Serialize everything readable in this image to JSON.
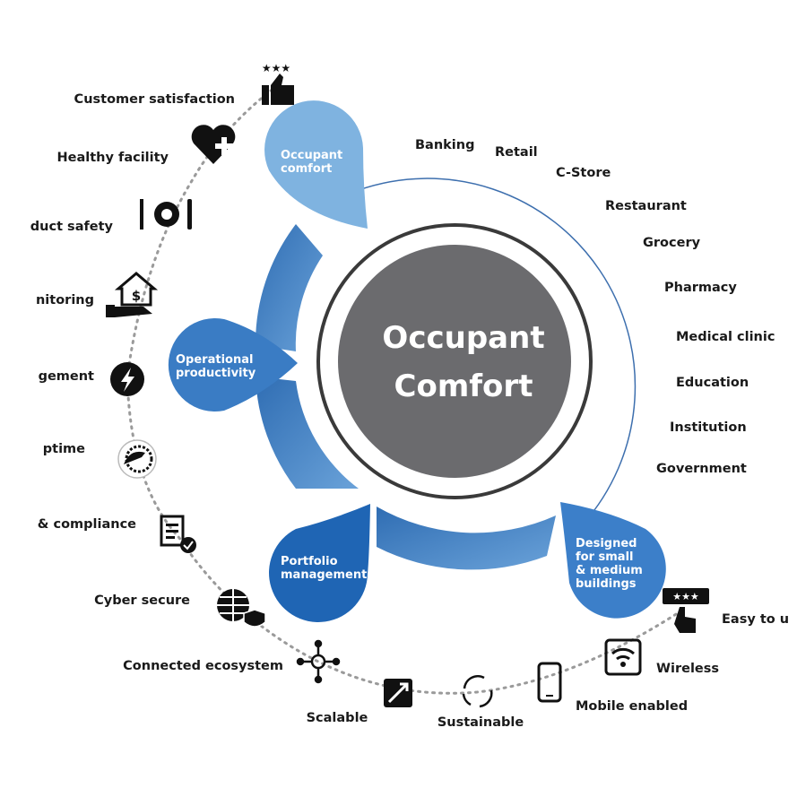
{
  "center": {
    "line1": "Occupant",
    "line2": "Comfort"
  },
  "drops": [
    {
      "lines": [
        "Occupant",
        "comfort"
      ],
      "color": "#7fb3e0"
    },
    {
      "lines": [
        "Operational",
        "productivity"
      ],
      "color": "#3a7cc4"
    },
    {
      "lines": [
        "Portfolio",
        "management"
      ],
      "color": "#1f65b4"
    },
    {
      "lines": [
        "Designed",
        "for small",
        "& medium",
        "buildings"
      ],
      "color": "#3c7fc9"
    }
  ],
  "sectors": [
    "Banking",
    "Retail",
    "C-Store",
    "Restaurant",
    "Grocery",
    "Pharmacy",
    "Medical clinic",
    "Education",
    "Institution",
    "Government"
  ],
  "features": [
    {
      "label": "Customer satisfaction",
      "icon": "thumbs-up-stars-icon"
    },
    {
      "label": "Healthy facility",
      "icon": "heart-plus-icon"
    },
    {
      "label": "duct safety",
      "icon": "plate-cutlery-icon"
    },
    {
      "label": "nitoring",
      "icon": "house-dollar-hand-icon"
    },
    {
      "label": "gement",
      "icon": "lightning-icon"
    },
    {
      "label": "ptime",
      "icon": "clock-arrow-icon"
    },
    {
      "label": "& compliance",
      "icon": "document-check-icon"
    },
    {
      "label": "Cyber secure",
      "icon": "globe-lock-icon"
    },
    {
      "label": "Connected ecosystem",
      "icon": "network-nodes-icon"
    },
    {
      "label": "Scalable",
      "icon": "expand-arrow-icon"
    },
    {
      "label": "Sustainable",
      "icon": "recycle-arrows-icon"
    },
    {
      "label": "Mobile enabled",
      "icon": "smartphone-icon"
    },
    {
      "label": "Wireless",
      "icon": "wifi-icon"
    },
    {
      "label": "Easy to u",
      "icon": "touch-screen-icon"
    }
  ]
}
